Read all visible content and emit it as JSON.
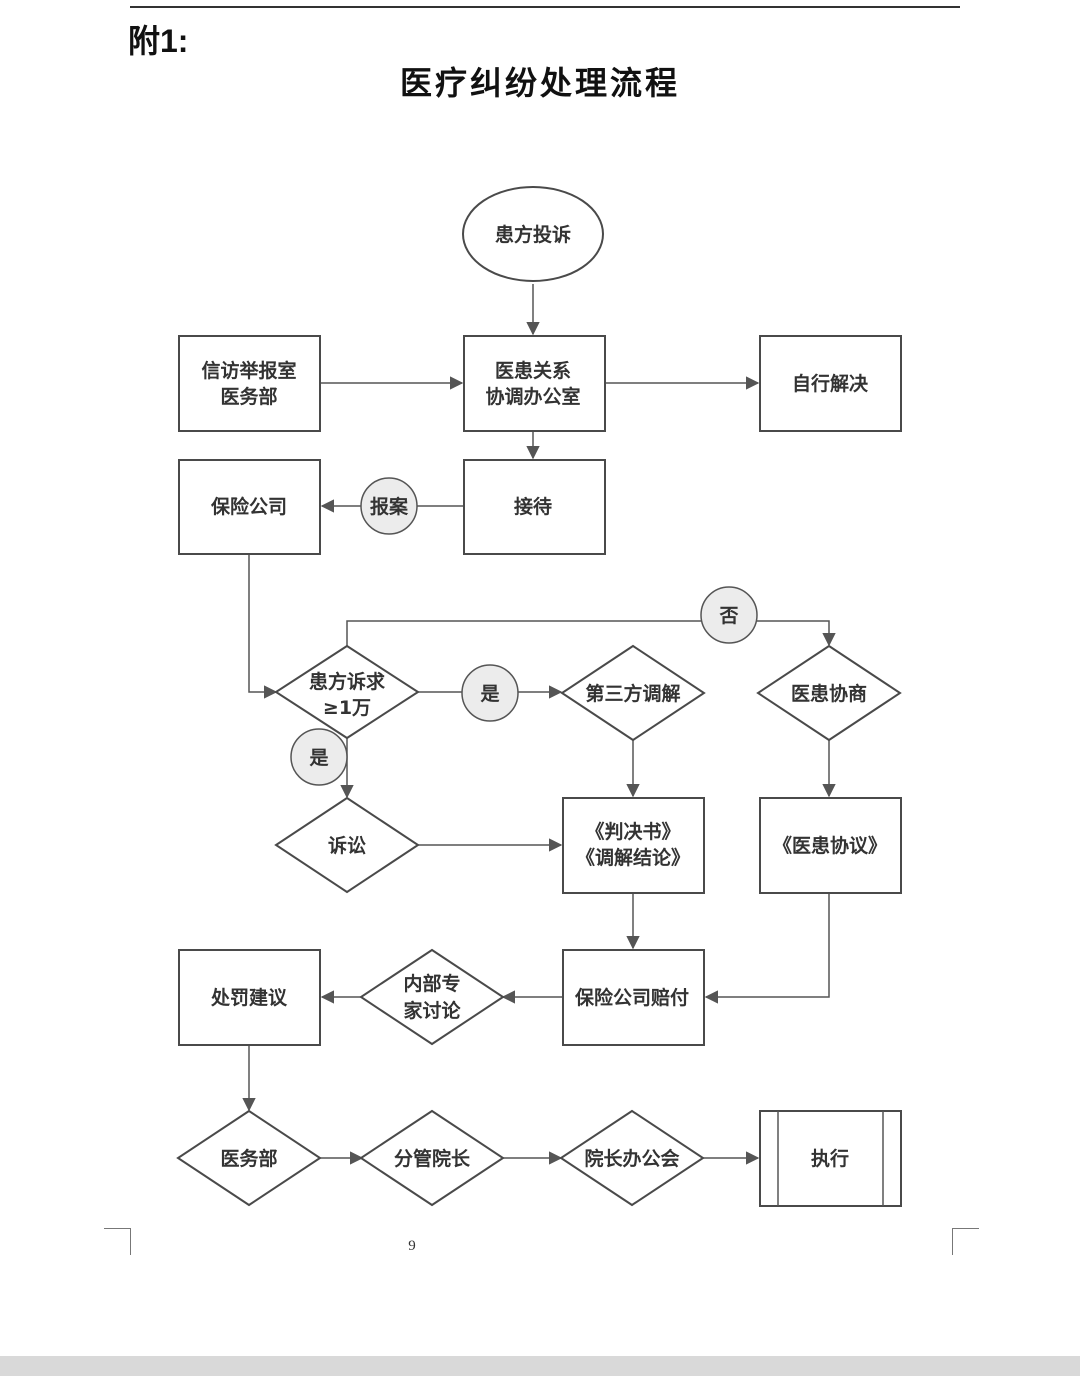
{
  "header": {
    "attachment_label": "附1:",
    "title": "医疗纠纷处理流程"
  },
  "nodes": {
    "patient_complaint": "患方投诉",
    "petition_office_line1": "信访举报室",
    "petition_office_line2": "医务部",
    "coordination_office_line1": "医患关系",
    "coordination_office_line2": "协调办公室",
    "self_resolve": "自行解决",
    "insurance_company": "保险公司",
    "report_case": "报案",
    "reception": "接待",
    "no_label": "否",
    "claim_decision_line1": "患方诉求",
    "claim_decision_line2": "≥1万",
    "yes_label_right": "是",
    "yes_label_down": "是",
    "third_party_mediation": "第三方调解",
    "doctor_patient_negotiation": "医患协商",
    "litigation": "诉讼",
    "judgment_line1": "《判决书》",
    "judgment_line2": "《调解结论》",
    "doctor_patient_agreement": "《医患协议》",
    "penalty_suggestion": "处罚建议",
    "expert_discussion_line1": "内部专",
    "expert_discussion_line2": "家讨论",
    "insurance_payment": "保险公司赔付",
    "medical_affairs": "医务部",
    "vice_president": "分管院长",
    "president_meeting": "院长办公会",
    "execute": "执行"
  },
  "footer": {
    "page_number": "9"
  }
}
